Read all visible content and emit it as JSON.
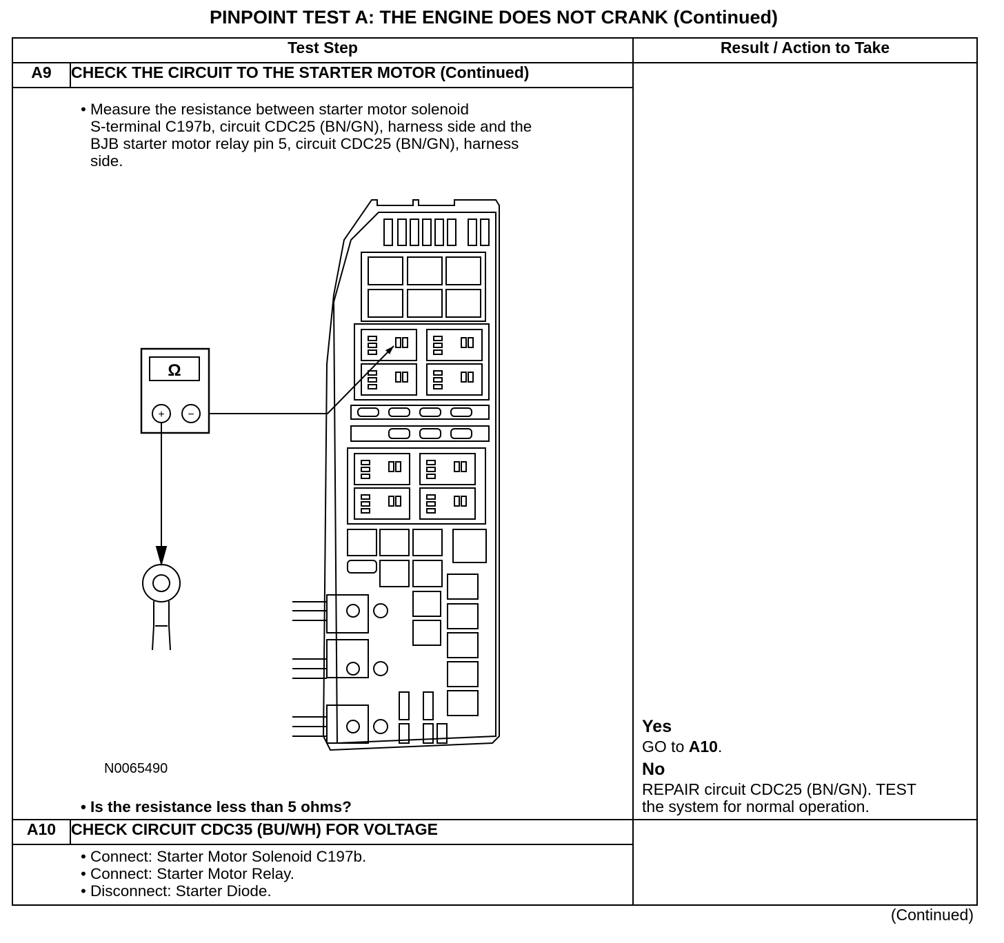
{
  "title": "PINPOINT TEST A: THE ENGINE DOES NOT CRANK (Continued)",
  "headers": {
    "test_step": "Test Step",
    "result": "Result / Action to Take"
  },
  "steps": [
    {
      "id": "A9",
      "heading": "CHECK THE CIRCUIT TO THE STARTER MOTOR (Continued)",
      "lines": [
        "Measure the resistance between starter motor solenoid",
        "S-terminal C197b, circuit CDC25 (BN/GN), harness side and the",
        "BJB starter motor relay pin 5, circuit CDC25 (BN/GN), harness",
        "side."
      ],
      "meter_symbol": "Ω",
      "plus": "+",
      "minus": "−",
      "figure_id": "N0065490",
      "question": "Is the resistance less than 5 ohms?",
      "yes_label": "Yes",
      "yes_action_pre": "GO to ",
      "yes_action_ref": "A10",
      "yes_action_post": ".",
      "no_label": "No",
      "no_action_1": "REPAIR circuit CDC25 (BN/GN). TEST",
      "no_action_2": "the system for normal operation."
    },
    {
      "id": "A10",
      "heading": "CHECK CIRCUIT CDC35 (BU/WH) FOR VOLTAGE",
      "bullets": [
        "Connect: Starter Motor Solenoid C197b.",
        "Connect: Starter Motor Relay.",
        "Disconnect: Starter Diode."
      ]
    }
  ],
  "continued": "(Continued)"
}
